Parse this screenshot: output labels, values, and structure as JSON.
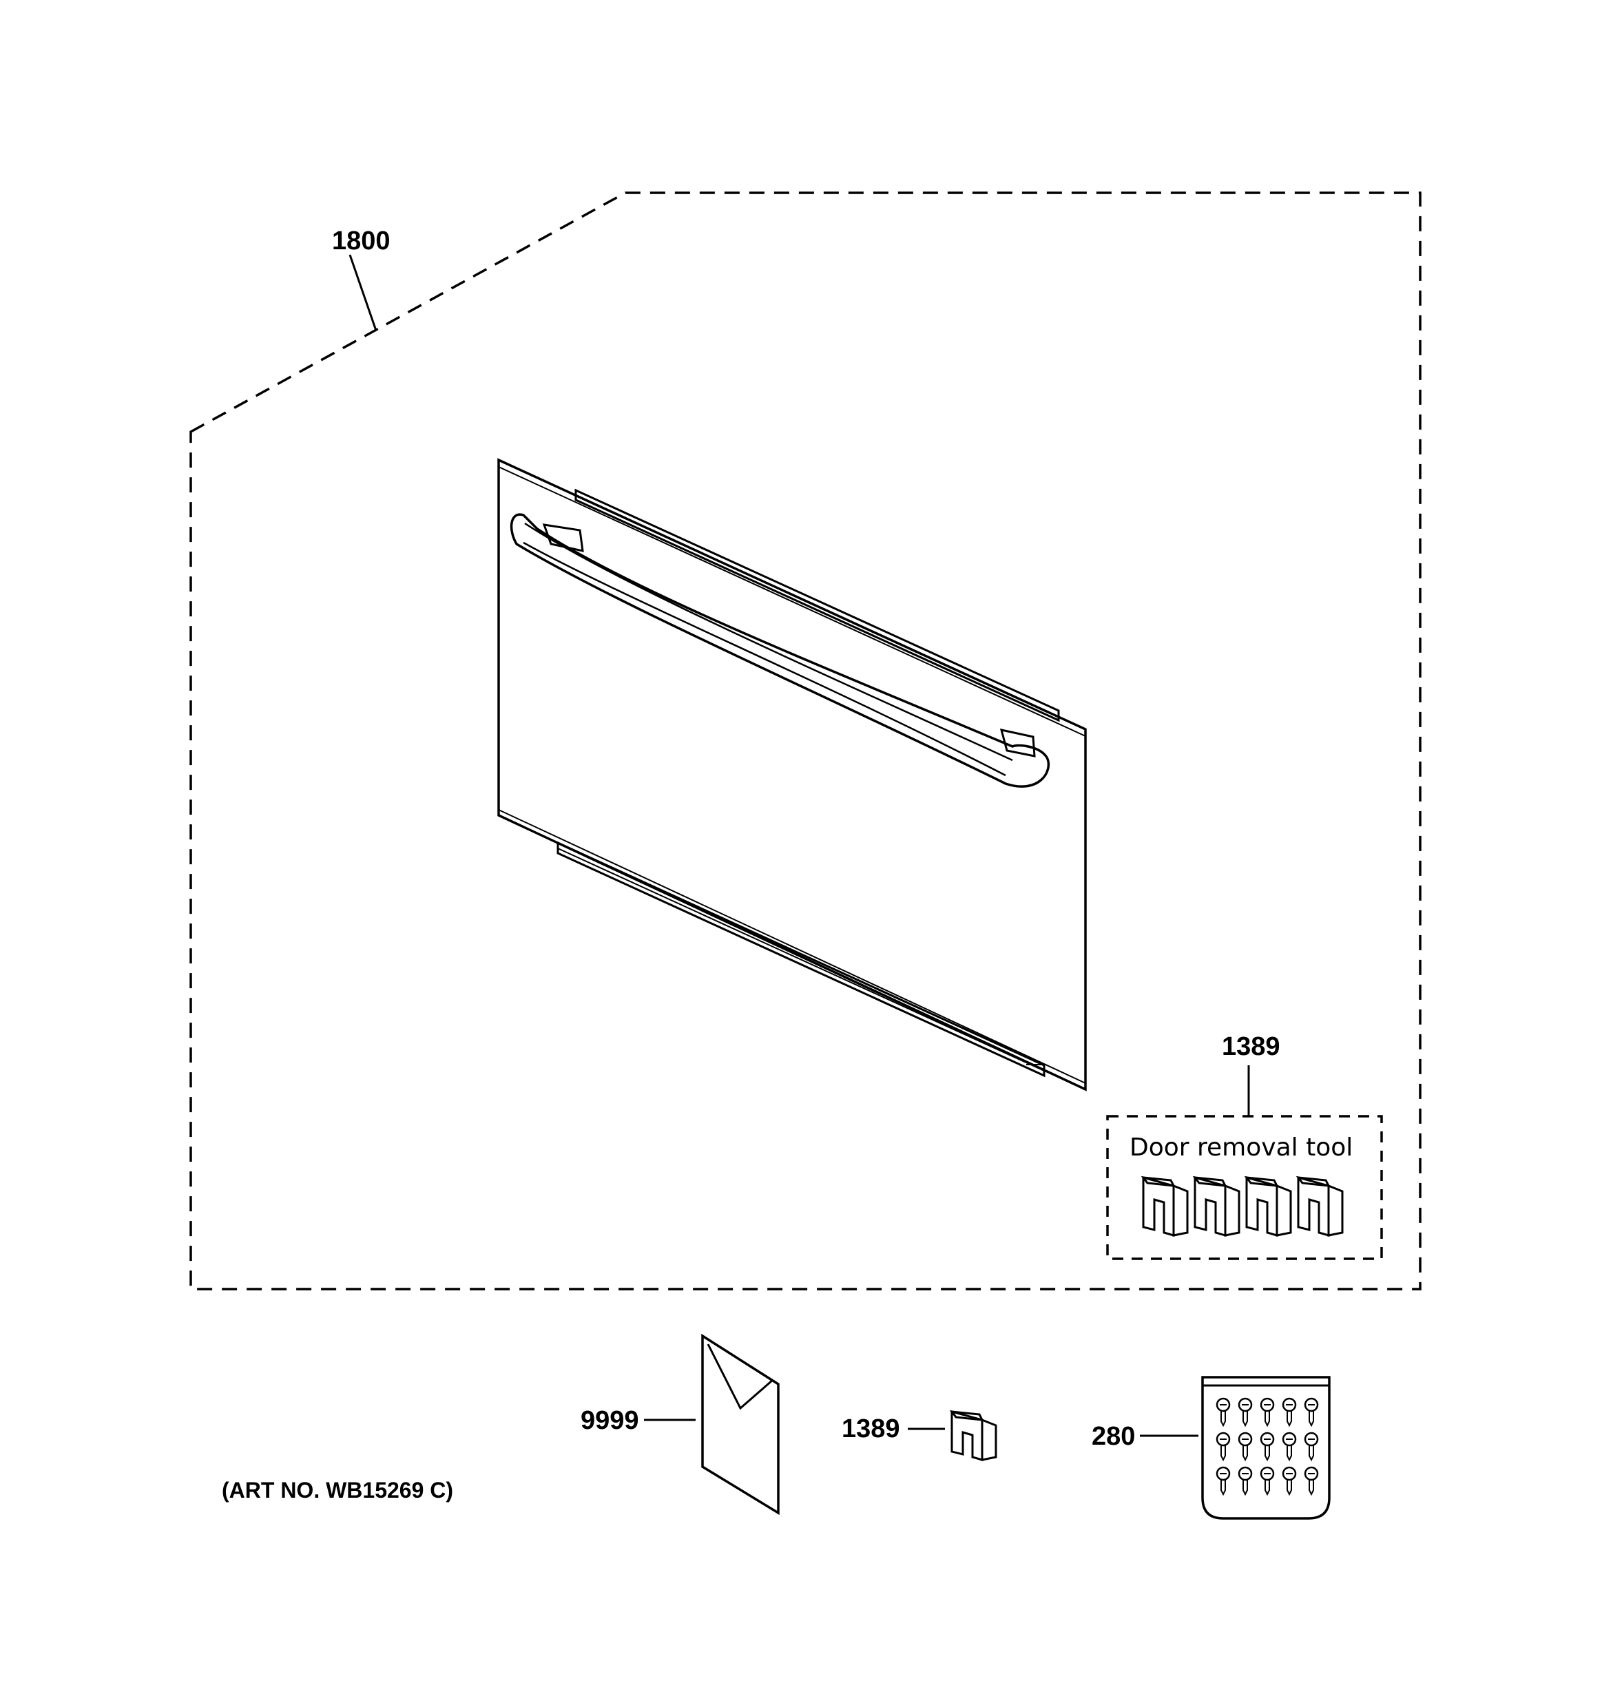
{
  "labels": {
    "door_assembly": "1800",
    "door_removal_tool_kit": "1389",
    "literature": "9999",
    "single_tool": "1389",
    "screw_bag": "280"
  },
  "tool_box_caption": "Door removal tool",
  "art_number": "(ART NO. WB15269 C)",
  "colors": {
    "line": "#000000",
    "background": "#ffffff"
  },
  "icons": [
    "drawer-door-icon",
    "door-handle-icon",
    "removal-tool-icon",
    "literature-envelope-icon",
    "screw-bag-icon",
    "screw-icon"
  ]
}
